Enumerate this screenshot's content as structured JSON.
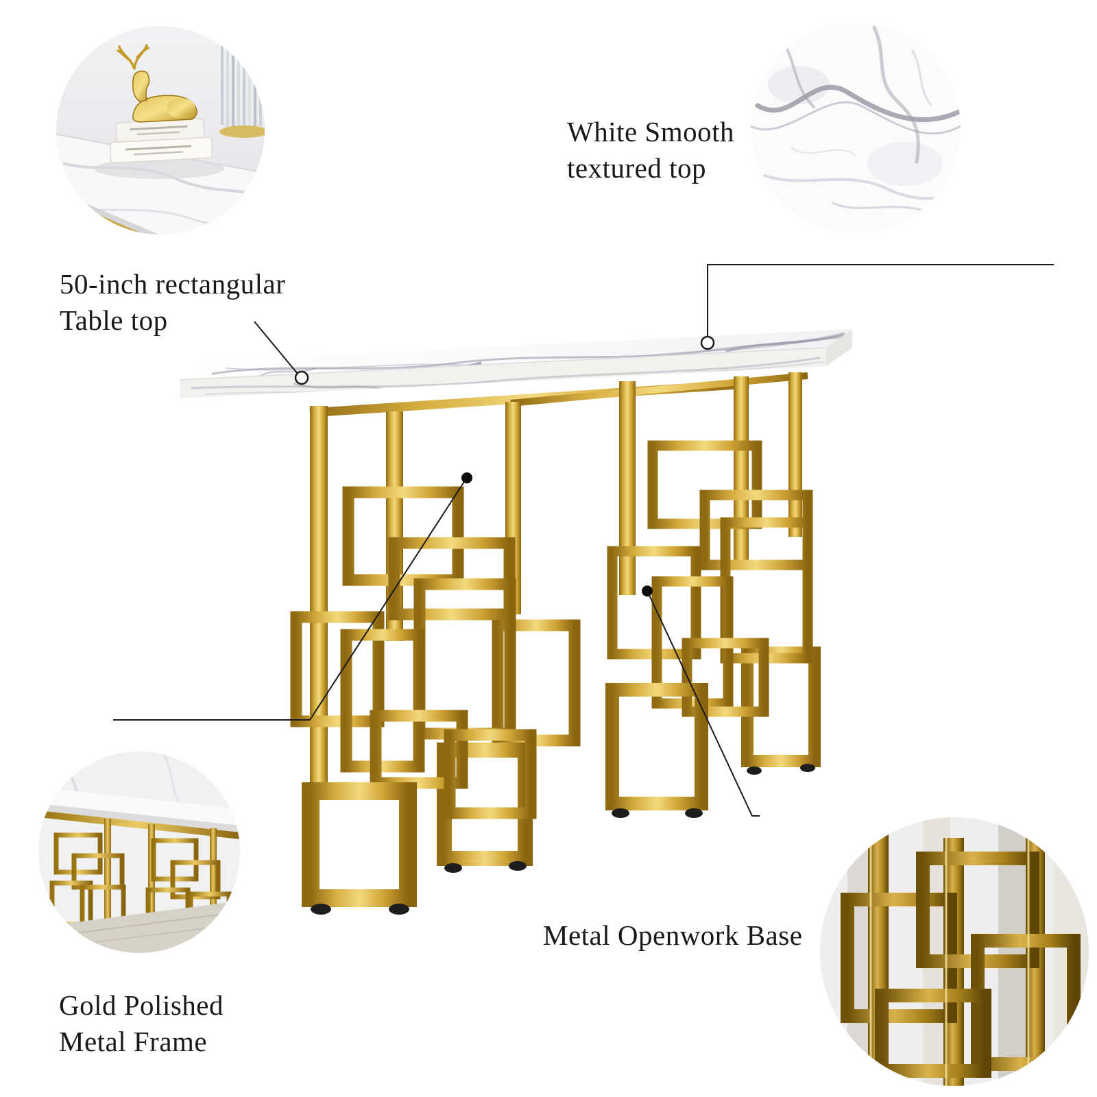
{
  "annotations": {
    "white_smooth": {
      "line1": "White Smooth",
      "line2": "textured top"
    },
    "table_top": {
      "line1": "50-inch rectangular",
      "line2": "Table top"
    },
    "gold_frame": {
      "line1": "Gold Polished",
      "line2": "Metal Frame"
    },
    "openwork_base": {
      "text": "Metal Openwork Base"
    }
  },
  "insets": {
    "top_left": "tabletop-decor-photo",
    "top_right": "marble-texture-photo",
    "bottom_left": "gold-frame-photo",
    "bottom_right": "openwork-base-photo"
  },
  "colors": {
    "background": "#ffffff",
    "text": "#191919",
    "gold": "#c79d2e",
    "gold_light": "#f3d97d",
    "gold_dark": "#8a650f",
    "marble_vein": "#9a9aa9",
    "callout_line": "#1a1a1a"
  }
}
